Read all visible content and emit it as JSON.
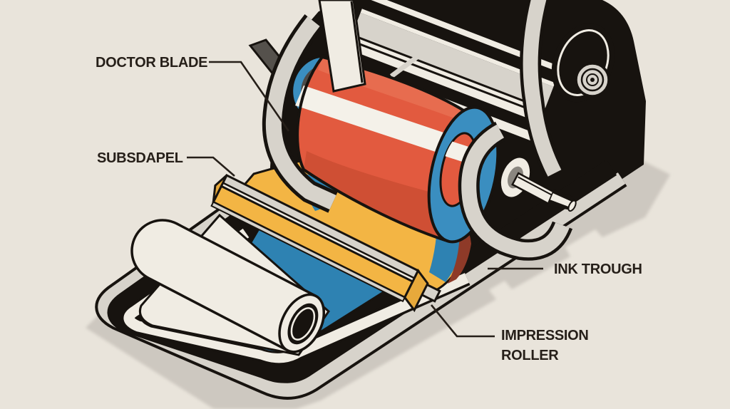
{
  "diagram": {
    "subject": "printing-press cutaway illustration",
    "labels": {
      "doctor_blade": "DOCTOR BLADE",
      "substrate": "SUBSDAPEL",
      "ink_trough": "INK TROUGH",
      "impression_roller": "IMPRESSION ROLLER"
    }
  },
  "colors": {
    "background": "#e9e4db",
    "shadow": "#cdc8c0",
    "machine_black": "#17130f",
    "outline": "#17130f",
    "silver": "#d7d3cb",
    "silver_bright": "#efebe2",
    "metal_dark": "#55514c",
    "metal_mid": "#8a867f",
    "cream": "#f0ece3",
    "roller_orange": "#e25a3f",
    "roller_orange_dark": "#cb4e33",
    "roller_orange_light": "#ea7457",
    "stripe_white": "#f4f1e9",
    "cap_blue": "#3a8ec0",
    "ink_blue": "#2e82b2",
    "bearing_dark": "#4c4a47",
    "web_yellow": "#f3b544",
    "yellow_dark": "#e7a93b",
    "maroon": "#8e3a28",
    "label_text": "#261f19"
  }
}
